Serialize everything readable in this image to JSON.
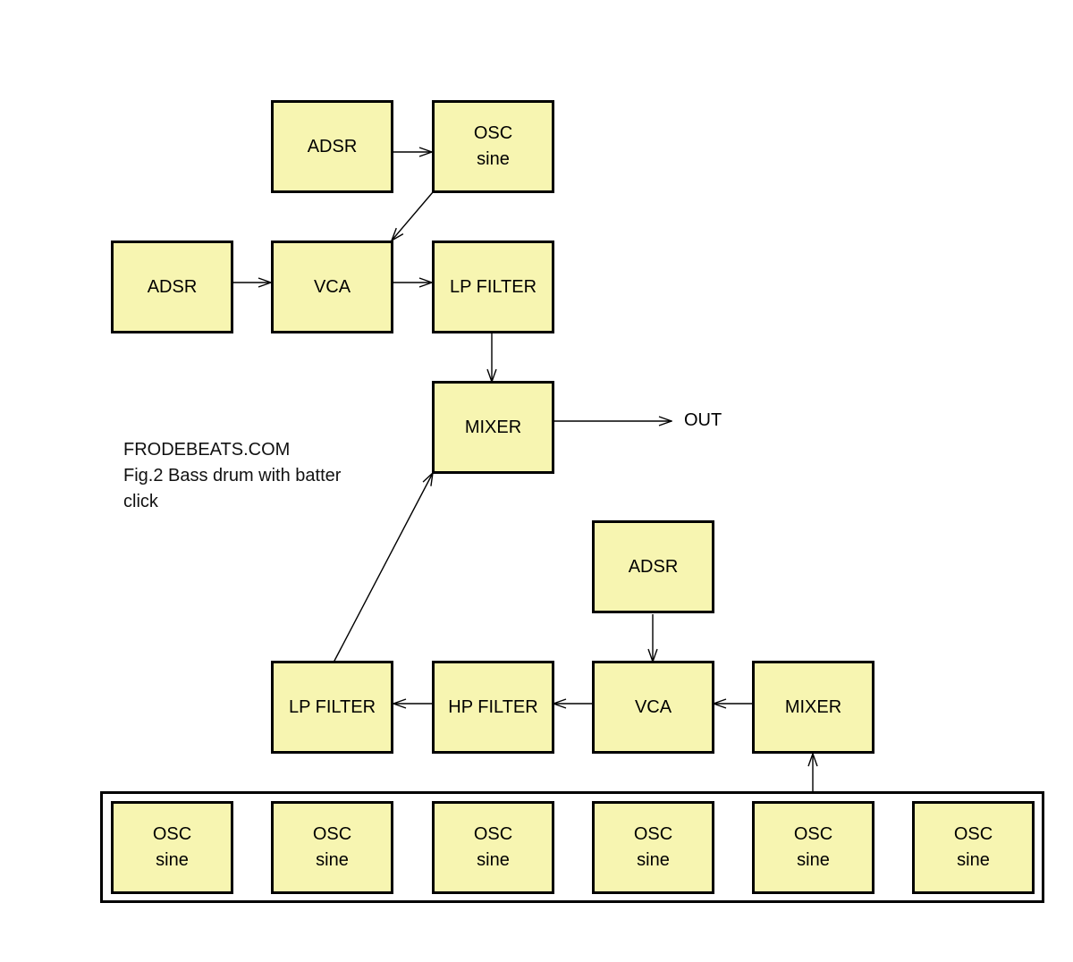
{
  "blocks": {
    "adsr_top": "ADSR",
    "osc_top": {
      "line1": "OSC",
      "line2": "sine"
    },
    "adsr_left": "ADSR",
    "vca_top": "VCA",
    "lp_filter_top": "LP FILTER",
    "mixer_main": "MIXER",
    "adsr_bottom": "ADSR",
    "lp_filter_bottom": "LP FILTER",
    "hp_filter": "HP FILTER",
    "vca_bottom": "VCA",
    "mixer_bottom": "MIXER"
  },
  "osc_bank": [
    {
      "line1": "OSC",
      "line2": "sine"
    },
    {
      "line1": "OSC",
      "line2": "sine"
    },
    {
      "line1": "OSC",
      "line2": "sine"
    },
    {
      "line1": "OSC",
      "line2": "sine"
    },
    {
      "line1": "OSC",
      "line2": "sine"
    },
    {
      "line1": "OSC",
      "line2": "sine"
    }
  ],
  "out_label": "OUT",
  "caption": {
    "line1": "FRODEBEATS.COM",
    "line2": "Fig.2  Bass drum with batter",
    "line3": "click"
  },
  "colors": {
    "block_fill": "#f7f5b1",
    "border": "#000000",
    "background": "#ffffff"
  }
}
